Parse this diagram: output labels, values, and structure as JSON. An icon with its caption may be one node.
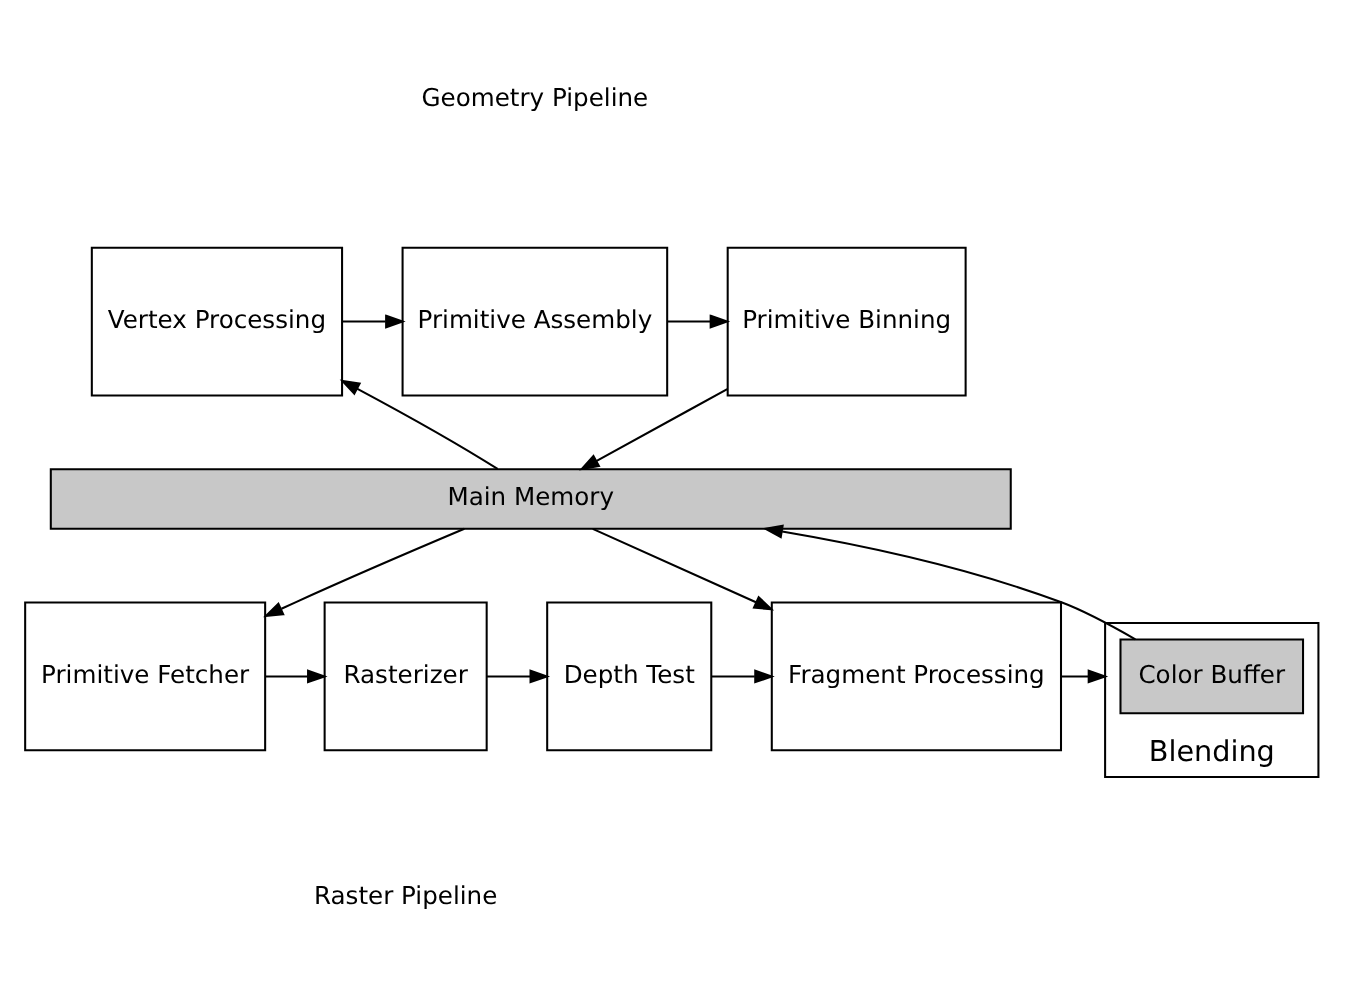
{
  "diagram": {
    "nodes": [
      {
        "text": [
          "Main Memory"
        ]
      },
      {
        "text": [
          "Vertex Processing"
        ]
      },
      {
        "text": [
          "Primitive Assembly"
        ]
      },
      {
        "text": [
          "Primitive Binning"
        ]
      },
      {
        "text": [
          "Primitive Fetcher"
        ]
      },
      {
        "text": [
          "Rasterizer"
        ]
      },
      {
        "text": [
          "Depth Test"
        ]
      },
      {
        "text": [
          "Fragment Processing"
        ]
      },
      {
        "text": [
          "Blending"
        ]
      },
      {
        "text": [
          "Color Buffer"
        ],
        "in": 8
      }
    ],
    "edges": [
      {
        "from": 0,
        "to": 1,
        "arrow": "to"
      },
      {
        "from": 1,
        "to": 2,
        "arrow": "to"
      },
      {
        "from": 2,
        "to": 3,
        "arrow": "to"
      },
      {
        "from": 3,
        "to": 0,
        "arrow": "to"
      },
      {
        "from": 0,
        "to": 4,
        "arrow": "to"
      },
      {
        "from": 4,
        "to": 5,
        "arrow": "to"
      },
      {
        "from": 5,
        "to": 6,
        "arrow": "to"
      },
      {
        "from": 6,
        "to": 7,
        "arrow": "to"
      },
      {
        "from": 0,
        "to": 7,
        "arrow": "to"
      },
      {
        "from": 7,
        "to": 8,
        "arrow": "to"
      },
      {
        "from": 9,
        "to": 0,
        "arrow": "to"
      }
    ],
    "labels": [
      "Geometry Pipeline",
      "Raster Pipeline"
    ]
  }
}
